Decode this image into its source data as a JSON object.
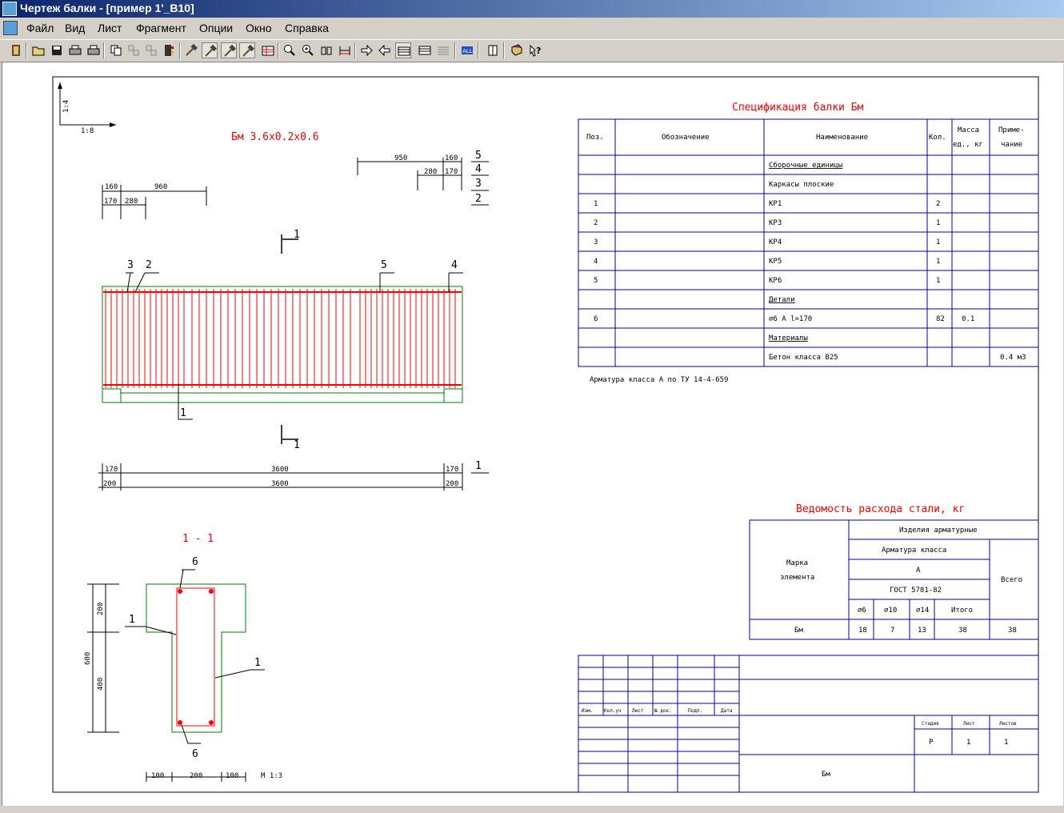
{
  "window": {
    "title": "Чертеж балки - [пример 1'_В10]",
    "icon": "app-icon"
  },
  "menu": {
    "doc_icon": "document-icon",
    "items": [
      "Файл",
      "Вид",
      "Лист",
      "Фрагмент",
      "Опции",
      "Окно",
      "Справка"
    ]
  },
  "toolbar": {
    "buttons": [
      "exit-icon",
      "open-icon",
      "save-icon",
      "print-icon",
      "print-preview-icon",
      "copy-fragment-icon",
      "paste-fragment-icon",
      "delete-fragment-icon",
      "list-icon",
      "hammer-icon",
      "hammer-icon",
      "hammer-icon",
      "hammer-icon",
      "table-icon",
      "zoom-out-icon",
      "zoom-in-icon",
      "fit-icon",
      "dimension-icon",
      "arrow-right-icon",
      "arrow-left-icon",
      "grid-icon",
      "grid-icon",
      "grid-icon",
      "all-icon",
      "properties-icon",
      "book-icon",
      "help-icon"
    ]
  },
  "drawing": {
    "scale_vertical": "1:4",
    "scale_horizontal": "1:8",
    "beam_title": "Бм 3.6х0.2х0.6",
    "dims_left": {
      "d160": "160",
      "d960": "960",
      "d170": "170",
      "d280": "280"
    },
    "dims_right": {
      "d950": "950",
      "d160": "160",
      "d280": "280",
      "d170": "170"
    },
    "stack_labels": [
      "5",
      "4",
      "3",
      "2"
    ],
    "section_mark": "1",
    "callouts": {
      "c3": "3",
      "c2": "2",
      "c5": "5",
      "c4": "4",
      "c1": "1"
    },
    "bottom_dims": {
      "a170": "170",
      "a3600": "3600",
      "a170b": "170",
      "b200": "200",
      "b3600": "3600",
      "b200b": "200",
      "label1": "1"
    },
    "section_title": "1 - 1",
    "section": {
      "d200": "200",
      "d600": "600",
      "d400": "400",
      "c6top": "6",
      "c6bot": "6",
      "c1left": "1",
      "c1right": "1",
      "w100a": "100",
      "w200": "200",
      "w100b": "100",
      "scale": "М 1:3"
    }
  },
  "spec": {
    "title": "Спецификация балки Бм",
    "headers": {
      "pos": "Поз.",
      "designation": "Обозначение",
      "name": "Наименование",
      "qty": "Кол.",
      "mass1": "Масса",
      "mass2": "ед., кг",
      "note1": "Приме-",
      "note2": "чание"
    },
    "rows": [
      {
        "pos": "",
        "name": "Сборочные единицы",
        "qty": "",
        "mass": "",
        "note": "",
        "underline": true
      },
      {
        "pos": "",
        "name": "Каркасы плоские",
        "qty": "",
        "mass": "",
        "note": "",
        "underline": false
      },
      {
        "pos": "1",
        "name": "КР1",
        "qty": "2",
        "mass": "",
        "note": "",
        "underline": false
      },
      {
        "pos": "2",
        "name": "КР3",
        "qty": "1",
        "mass": "",
        "note": "",
        "underline": false
      },
      {
        "pos": "3",
        "name": "КР4",
        "qty": "1",
        "mass": "",
        "note": "",
        "underline": false
      },
      {
        "pos": "4",
        "name": "КР5",
        "qty": "1",
        "mass": "",
        "note": "",
        "underline": false
      },
      {
        "pos": "5",
        "name": "КР6",
        "qty": "1",
        "mass": "",
        "note": "",
        "underline": false
      },
      {
        "pos": "",
        "name": "Детали",
        "qty": "",
        "mass": "",
        "note": "",
        "underline": true
      },
      {
        "pos": "6",
        "name": "∅6 А l=170",
        "qty": "82",
        "mass": "0.1",
        "note": "",
        "underline": false
      },
      {
        "pos": "",
        "name": "Материалы",
        "qty": "",
        "mass": "",
        "note": "",
        "underline": true
      },
      {
        "pos": "",
        "name": "Бетон класса В25",
        "qty": "",
        "mass": "",
        "note": "0.4 м3",
        "underline": false
      }
    ],
    "note": "Арматура класса А по ТУ 14-4-659"
  },
  "steel": {
    "title": "Ведомость расхода стали, кг",
    "h_products": "Изделия арматурные",
    "h_class": "Арматура класса",
    "h_a": "А",
    "h_gost": "ГОСТ 5781-82",
    "h_mark1": "Марка",
    "h_mark2": "элемента",
    "h_total": "Всего",
    "cols": [
      "∅6",
      "∅10",
      "∅14",
      "Итого"
    ],
    "row": {
      "mark": "Бм",
      "values": [
        "18",
        "7",
        "13",
        "38"
      ],
      "total": "38"
    }
  },
  "stamp": {
    "cols": [
      "Изм.",
      "Кол.уч",
      "Лист",
      "№ док.",
      "Подп.",
      "Дата"
    ],
    "stage_h": "Стадия",
    "sheet_h": "Лист",
    "sheets_h": "Листов",
    "stage": "Р",
    "sheet": "1",
    "sheets": "1",
    "name": "Бм"
  },
  "colors": {
    "red": "#ff0000",
    "green": "#007f00",
    "blue": "#0000a0",
    "black": "#000000"
  }
}
